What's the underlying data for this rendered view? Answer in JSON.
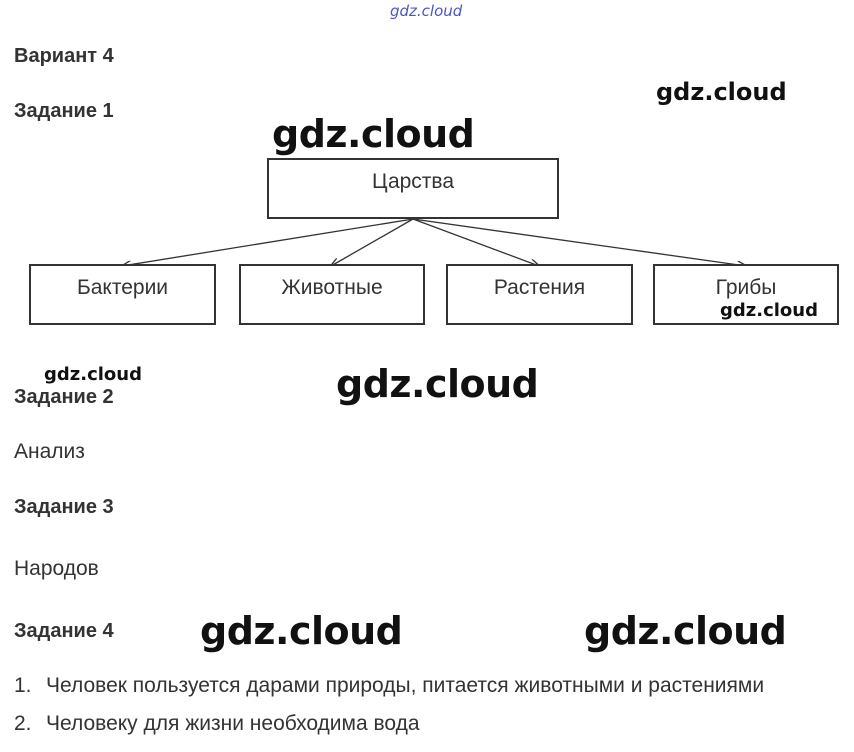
{
  "watermark": "gdz.cloud",
  "variant_title": "Вариант 4",
  "tasks": {
    "task1": {
      "title": "Задание 1",
      "diagram": {
        "root": "Царства",
        "children": [
          "Бактерии",
          "Животные",
          "Растения",
          "Грибы"
        ]
      }
    },
    "task2": {
      "title": "Задание 2",
      "answer": "Анализ"
    },
    "task3": {
      "title": "Задание 3",
      "answer": "Народов"
    },
    "task4": {
      "title": "Задание 4",
      "items": [
        {
          "num": "1.",
          "text": "Человек пользуется дарами природы, питается животными и растениями"
        },
        {
          "num": "2.",
          "text": "Человеку для жизни необходима вода"
        }
      ]
    }
  },
  "colors": {
    "text": "#333333",
    "watermark": "#111111",
    "watermark_top": "#4a55c8"
  }
}
